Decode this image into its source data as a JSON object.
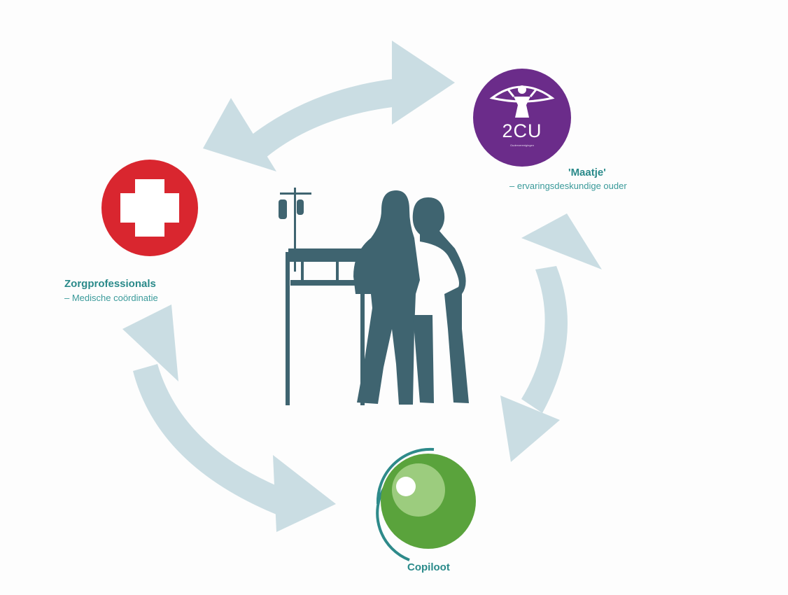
{
  "nodes": {
    "zorg": {
      "title": "Zorgprofessionals",
      "subtitle": "– Medische coördinatie",
      "icon": "red-cross-icon",
      "color": "#d9262f"
    },
    "maatje": {
      "title": "'Maatje'",
      "subtitle": "– ervaringsdeskundige ouder",
      "icon": "2cu-logo-icon",
      "logo_text": "2CU",
      "logo_tagline": "Ouderverenigingen",
      "color": "#6b2c8a"
    },
    "copiloot": {
      "title": "Copiloot",
      "icon": "green-eye-icon",
      "color": "#5aa33c"
    }
  },
  "center": {
    "icon": "parents-at-incubator-icon",
    "color": "#3f6470"
  },
  "arrows": {
    "color": "#c9dde2"
  }
}
